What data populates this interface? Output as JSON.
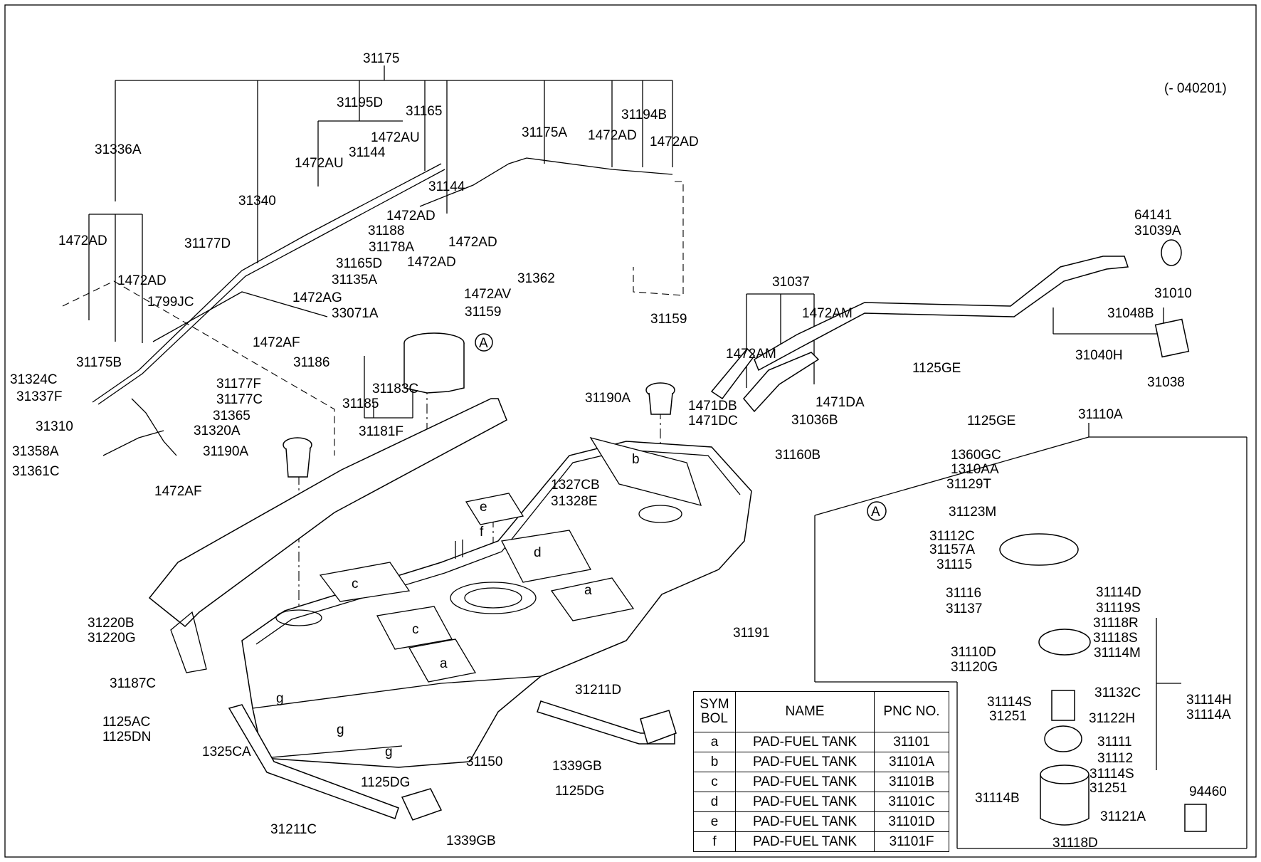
{
  "diagram": {
    "revision": "(- 040201)",
    "callout_marker": "A",
    "pad_letters": [
      "a",
      "b",
      "c",
      "d",
      "e",
      "f",
      "g"
    ],
    "labels": {
      "l31175": "31175",
      "l31195D": "31195D",
      "l31165": "31165",
      "l31336A": "31336A",
      "l1472AU_1": "1472AU",
      "l31144_1": "31144",
      "l1472AU_2": "1472AU",
      "l31175A": "31175A",
      "l1472AD_1": "1472AD",
      "l31194B": "31194B",
      "l1472AD_2": "1472AD",
      "l31144_2": "31144",
      "l1472AD_3": "1472AD",
      "l31340": "31340",
      "l31188": "31188",
      "l1472AD_4": "1472AD",
      "l31177D": "31177D",
      "l1472AD_5": "1472AD",
      "l31178A": "31178A",
      "l1472AD_6": "1472AD",
      "l31165D": "31165D",
      "l1472AD_7": "1472AD",
      "l31135A": "31135A",
      "l31362": "31362",
      "l1799JC": "1799JC",
      "l1472AG": "1472AG",
      "l1472AV": "1472AV",
      "l33071A": "33071A",
      "l31159_1": "31159",
      "l1472AF_1": "1472AF",
      "l31175B": "31175B",
      "l31186": "31186",
      "l31324C": "31324C",
      "l31337F": "31337F",
      "l31177F": "31177F",
      "l31177C": "31177C",
      "l31183C": "31183C",
      "l31185": "31185",
      "l31365": "31365",
      "l31310": "31310",
      "l31320A": "31320A",
      "l31181F": "31181F",
      "l31358A": "31358A",
      "l31190A_1": "31190A",
      "l31361C": "31361C",
      "l1472AF_2": "1472AF",
      "l1327CB": "1327CB",
      "l31328E": "31328E",
      "l31159_2": "31159",
      "l31190A_2": "31190A",
      "l31037": "31037",
      "l1472AM_1": "1472AM",
      "l1472AM_2": "1472AM",
      "l1471DB": "1471DB",
      "l1471DC": "1471DC",
      "l1471DA": "1471DA",
      "l31036B": "31036B",
      "l1125GE_1": "1125GE",
      "l1125GE_2": "1125GE",
      "l31160B": "31160B",
      "l64141": "64141",
      "l31039A": "31039A",
      "l31010": "31010",
      "l31048B": "31048B",
      "l31040H": "31040H",
      "l31038": "31038",
      "l31110A": "31110A",
      "l1360GC": "1360GC",
      "l1310AA": "1310AA",
      "l31129T": "31129T",
      "l31123M": "31123M",
      "l31112C": "31112C",
      "l31157A": "31157A",
      "l31115": "31115",
      "l31116": "31116",
      "l31137": "31137",
      "l31114D": "31114D",
      "l31119S": "31119S",
      "l31118R": "31118R",
      "l31118S": "31118S",
      "l31114M": "31114M",
      "l31110D": "31110D",
      "l31120G": "31120G",
      "l31132C": "31132C",
      "l31114H": "31114H",
      "l31114A": "31114A",
      "l31114S_1": "31114S",
      "l31251_1": "31251",
      "l31122H": "31122H",
      "l31111": "31111",
      "l31112": "31112",
      "l31114S_2": "31114S",
      "l31251_2": "31251",
      "l31114B": "31114B",
      "l31121A": "31121A",
      "l31118D": "31118D",
      "l94460": "94460",
      "l31191": "31191",
      "l31220B": "31220B",
      "l31220G": "31220G",
      "l31187C": "31187C",
      "l1125AC": "1125AC",
      "l1125DN": "1125DN",
      "l1325CA": "1325CA",
      "l31211D": "31211D",
      "l31150": "31150",
      "l1339GB_1": "1339GB",
      "l1125DG_1": "1125DG",
      "l1125DG_2": "1125DG",
      "l31211C": "31211C",
      "l1339GB_2": "1339GB"
    }
  },
  "legend": {
    "headers": {
      "sym": "SYM BOL",
      "name": "NAME",
      "pnc": "PNC NO."
    },
    "rows": [
      {
        "sym": "a",
        "name": "PAD-FUEL TANK",
        "pnc": "31101"
      },
      {
        "sym": "b",
        "name": "PAD-FUEL TANK",
        "pnc": "31101A"
      },
      {
        "sym": "c",
        "name": "PAD-FUEL TANK",
        "pnc": "31101B"
      },
      {
        "sym": "d",
        "name": "PAD-FUEL TANK",
        "pnc": "31101C"
      },
      {
        "sym": "e",
        "name": "PAD-FUEL TANK",
        "pnc": "31101D"
      },
      {
        "sym": "f",
        "name": "PAD-FUEL TANK",
        "pnc": "31101F"
      }
    ]
  }
}
